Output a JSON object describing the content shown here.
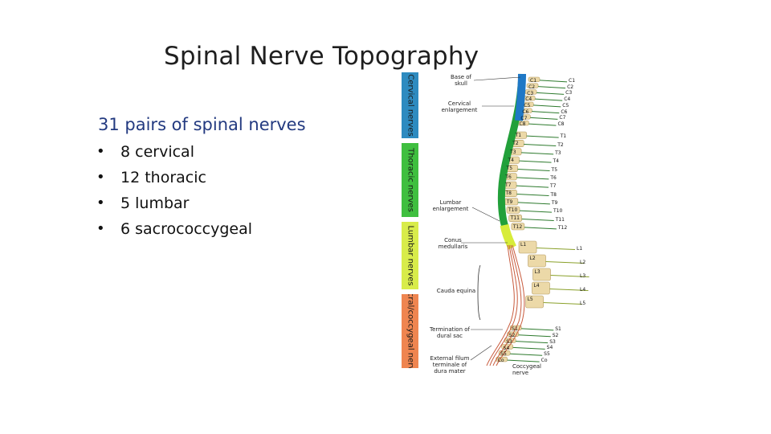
{
  "slide": {
    "title": "Spinal Nerve Topography",
    "subtitle": "31 pairs of spinal nerves",
    "bullets": [
      "8 cervical",
      "12 thoracic",
      "5 lumbar",
      "6 sacrococcygeal"
    ]
  },
  "figure": {
    "regions": [
      {
        "label": "Cervical nerves",
        "color": "#2e8bc0"
      },
      {
        "label": "Thoracic nerves",
        "color": "#3fbf3f"
      },
      {
        "label": "Lumbar nerves",
        "color": "#d8ec4a"
      },
      {
        "label": "Sacral/coccygeal nerves",
        "color": "#ef8550"
      }
    ],
    "annotations": {
      "base_of_skull": "Base of skull",
      "cervical_enlargement": "Cervical enlargement",
      "lumbar_enlargement": "Lumbar enlargement",
      "conus_medullaris": "Conus medullaris",
      "cauda_equina": "Cauda equina",
      "termination_dural_sac": "Termination of dural sac",
      "external_filum": "External filum terminale of dura mater",
      "coccygeal_nerve": "Coccygeal nerve"
    },
    "cervical_levels": [
      "C1",
      "C2",
      "C3",
      "C4",
      "C5",
      "C6",
      "C7",
      "C8"
    ],
    "thoracic_levels": [
      "T1",
      "T2",
      "T3",
      "T4",
      "T5",
      "T6",
      "T7",
      "T8",
      "T9",
      "T10",
      "T11",
      "T12"
    ],
    "lumbar_levels": [
      "L1",
      "L2",
      "L3",
      "L4",
      "L5"
    ],
    "sacral_levels": [
      "S1",
      "S2",
      "S3",
      "S4",
      "S5",
      "Co"
    ]
  }
}
